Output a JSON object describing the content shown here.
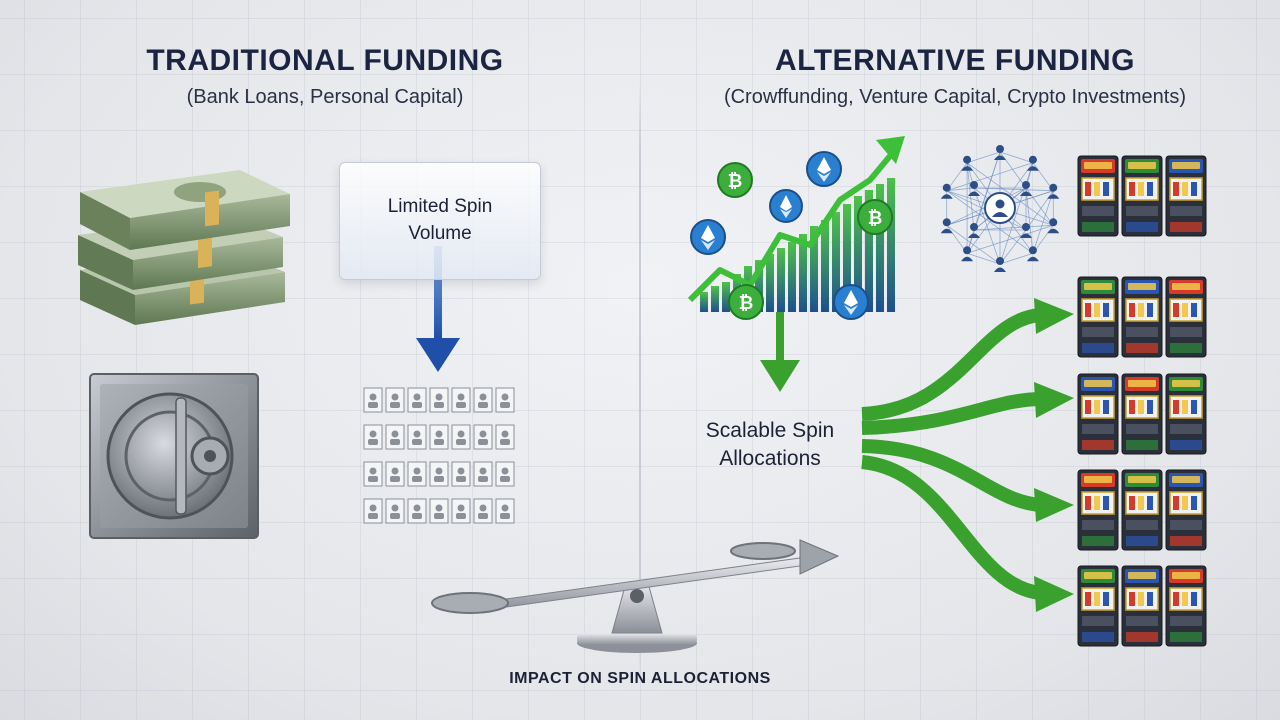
{
  "left": {
    "title": "TRADITIONAL FUNDING",
    "subtitle": "(Bank Loans, Personal Capital)",
    "box_label": "Limited Spin Volume"
  },
  "right": {
    "title": "ALTERNATIVE FUNDING",
    "subtitle": "(Crowffunding, Venture Capital, Crypto Investments)",
    "flow_label": "Scalable Spin Allocations"
  },
  "footer": {
    "label": "IMPACT ON SPIN ALLOCATIONS"
  },
  "colors": {
    "title": "#1b2440",
    "blue_arrow": "#1f4fa8",
    "green_arrow": "#3aa12f",
    "cash": "#6f8a5e",
    "vault": "#8d9097",
    "bitcoin": "#3cae3c",
    "ethereum": "#2a7fd0"
  },
  "icons": {
    "money": "cash-stack-icon",
    "vault": "bank-vault-icon",
    "crypto": "crypto-growth-chart-icon",
    "network": "investor-network-icon",
    "slots": "slot-machine-icon",
    "scale": "balance-scale-icon"
  }
}
